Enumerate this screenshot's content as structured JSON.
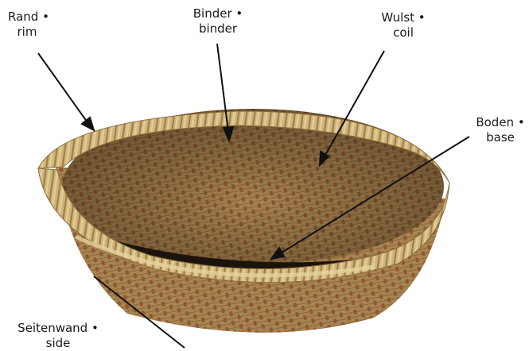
{
  "labels": {
    "rand": {
      "de": "Rand •",
      "en": "rim"
    },
    "binder": {
      "de": "Binder •",
      "en": "binder"
    },
    "wulst": {
      "de": "Wulst •",
      "en": "coil"
    },
    "boden": {
      "de": "Boden •",
      "en": "base"
    },
    "seite": {
      "de": "Seitenwand •",
      "en": "side"
    }
  },
  "colors": {
    "straw_light": "#c9b07a",
    "straw_mid": "#a88652",
    "straw_dark": "#6e5230",
    "binder_rust": "#8a4a2a",
    "rim_highlight": "#dcc58c",
    "shadow": "#1b140d",
    "arrow": "#111111"
  },
  "icons": {
    "object": "coiled-basket-photo"
  }
}
